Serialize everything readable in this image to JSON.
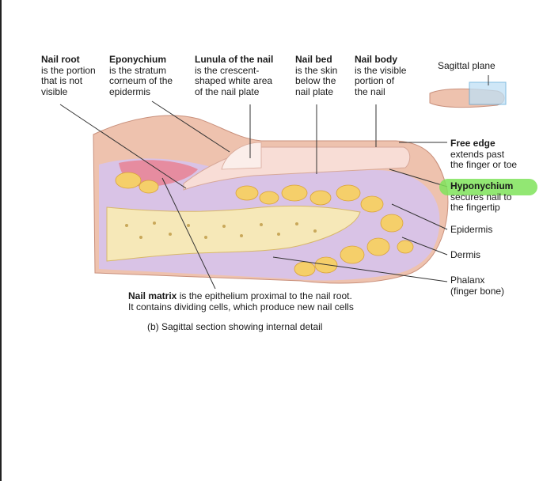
{
  "labels": {
    "nail_root": {
      "title": "Nail root",
      "lines": [
        "is the portion",
        "that is not",
        "visible"
      ]
    },
    "eponychium": {
      "title": "Eponychium",
      "lines": [
        "is the stratum",
        "corneum of the",
        "epidermis"
      ]
    },
    "lunula": {
      "title": "Lunula of the nail",
      "lines": [
        "is the crescent-",
        "shaped white area",
        "of the nail plate"
      ]
    },
    "nail_bed": {
      "title": "Nail bed",
      "lines": [
        "is the skin",
        "below the",
        "nail plate"
      ]
    },
    "nail_body": {
      "title": "Nail body",
      "lines": [
        "is the visible",
        "portion of",
        "the nail"
      ]
    },
    "sagittal_plane": "Sagittal plane",
    "free_edge": {
      "title": "Free edge",
      "lines": [
        "extends past",
        "the finger or toe"
      ]
    },
    "hyponychium": {
      "title": "Hyponychium",
      "lines": [
        "secures nail to",
        "the fingertip"
      ]
    },
    "epidermis": "Epidermis",
    "dermis": "Dermis",
    "phalanx": {
      "line1": "Phalanx",
      "line2": "(finger bone)"
    }
  },
  "captions": {
    "nail_matrix_bold": "Nail matrix",
    "nail_matrix_rest": " is the epithelium proximal to the nail root.",
    "nail_matrix_line2": "It contains dividing cells, which produce new nail cells",
    "subcaption": "(b) Sagittal section showing internal detail"
  },
  "colors": {
    "skin": "#eec2ae",
    "dermis": "#d9c3e6",
    "epidermis_pink": "#e68ca0",
    "bone": "#f6e8b8",
    "fat": "#f5cf6a",
    "nail": "#f8ddd6",
    "highlight": "#7fe35a"
  }
}
